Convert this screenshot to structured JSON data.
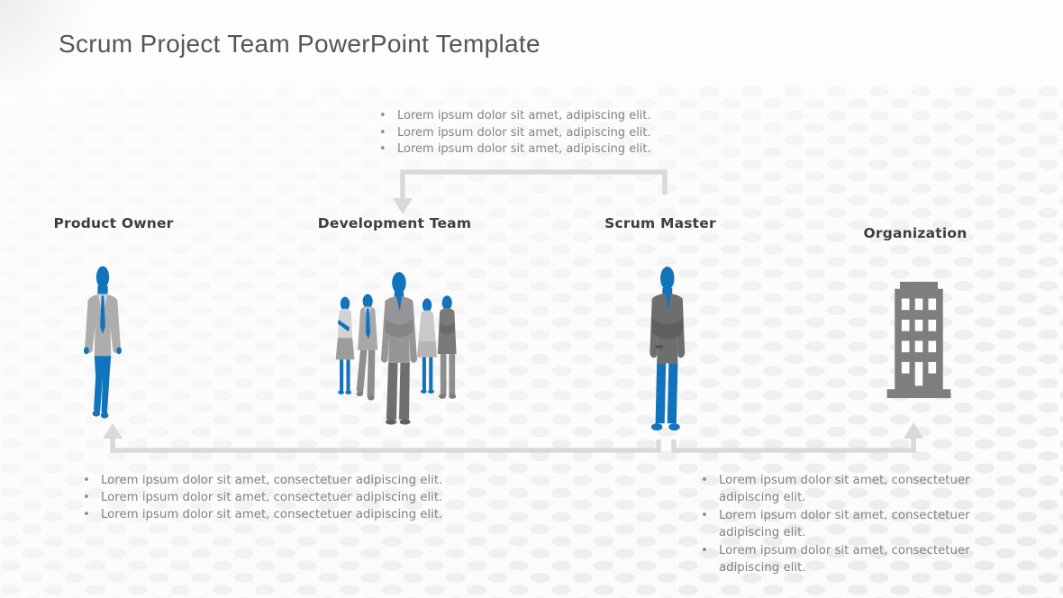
{
  "slide": {
    "title": "Scrum Project Team PowerPoint Template"
  },
  "ui": {
    "bullet": "•"
  },
  "colors": {
    "accent_blue": "#1173BC",
    "connector_gray": "#D9D9D9",
    "title_gray": "#565656",
    "label_gray": "#3E3E3E",
    "body_text_gray": "#828282",
    "jacket_light_gray": "#ADADAD",
    "jacket_dark_gray": "#6E6E6E",
    "building_gray": "#7E7E7E",
    "dot_pattern_gray": "#E9E9E9"
  },
  "roles": [
    {
      "label": "Product Owner",
      "figure": "walking businessman silhouette, blue with gray jacket"
    },
    {
      "label": "Development Team",
      "figure": "group of five business people silhouettes"
    },
    {
      "label": "Scrum Master",
      "figure": "standing businessman with crossed arms silhouette"
    },
    {
      "label": "Organization",
      "figure": "office building icon"
    }
  ],
  "notes_top": {
    "items": [
      "Lorem ipsum dolor sit amet, adipiscing elit.",
      "Lorem ipsum dolor sit amet, adipiscing elit.",
      "Lorem ipsum dolor sit amet, adipiscing elit."
    ]
  },
  "notes_bottom_left": {
    "items": [
      "Lorem ipsum dolor sit amet, consectetuer adipiscing elit.",
      "Lorem ipsum dolor sit amet, consectetuer adipiscing elit.",
      "Lorem ipsum dolor sit amet, consectetuer adipiscing elit."
    ]
  },
  "notes_bottom_right": {
    "items": [
      "Lorem ipsum dolor sit amet, consectetuer adipiscing elit.",
      "Lorem ipsum dolor sit amet, consectetuer adipiscing elit.",
      "Lorem ipsum dolor sit amet, consectetuer adipiscing elit."
    ]
  }
}
